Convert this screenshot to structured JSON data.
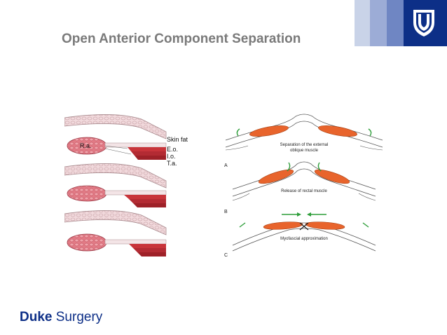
{
  "slide": {
    "title": "Open Anterior Component Separation",
    "footer_logo_bold": "Duke",
    "footer_logo_regular": "Surgery"
  },
  "left_figure": {
    "labels": {
      "ra": "R.a.",
      "skin_fat": "Skin fat",
      "eo": "E.o.",
      "io": "I.o.",
      "ta": "T.a."
    }
  },
  "right_figure": {
    "steps": [
      {
        "letter": "A",
        "caption_line1": "Separation of the external",
        "caption_line2": "oblique muscle"
      },
      {
        "letter": "B",
        "caption_line1": "Release of rectal muscle",
        "caption_line2": ""
      },
      {
        "letter": "C",
        "caption_line1": "Myofascial approximation",
        "caption_line2": ""
      }
    ]
  },
  "colors": {
    "brand_navy": "#0d2f87",
    "title_gray": "#7a7a7a",
    "muscle_orange": "#e8642c",
    "muscle_red": "#c8343a",
    "arrow_green": "#2e9e3a"
  }
}
